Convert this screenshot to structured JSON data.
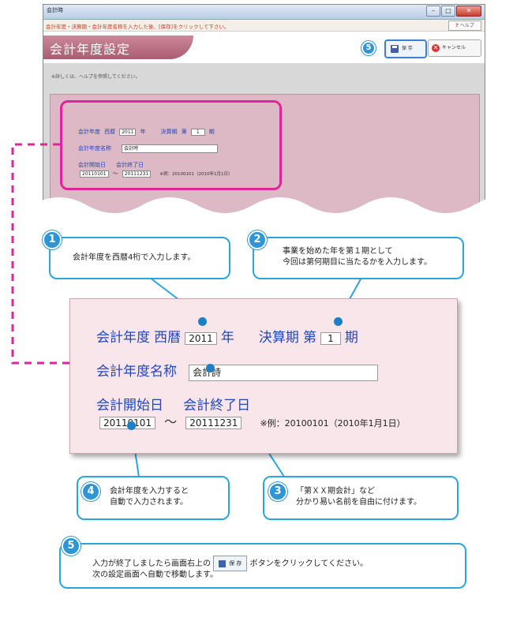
{
  "window": {
    "title": "会計時",
    "controls": {
      "min": "–",
      "max": "□",
      "close": "✕"
    },
    "instruction": "会計年度・決算期・会計年度名称を入力した後、[保存]をクリックして下さい。",
    "help_label": "ヘルプ",
    "help_mark": "?",
    "screen_title": "会計年度設定",
    "save_label": "保 存",
    "cancel_label": "キャンセル",
    "note": "※詳しくは、ヘルプを参照してください。",
    "badge5": "5"
  },
  "small_form": {
    "fiscal_year_label": "会計年度",
    "era_label": "西暦",
    "year_value": "2011",
    "year_unit": "年",
    "period_label": "決算期",
    "period_prefix": "第",
    "period_value": "1",
    "period_suffix": "期",
    "name_label": "会計年度名称",
    "name_value": "会計時",
    "start_label": "会計開始日",
    "end_label": "会計終了日",
    "start_value": "20110101",
    "tilde": "～",
    "end_value": "20111231",
    "example": "※例：20100101（2010年1月1日）"
  },
  "big_form": {
    "fiscal_year_label": "会計年度",
    "era_label": "西暦",
    "year_value": "2011",
    "year_unit": "年",
    "period_label": "決算期",
    "period_prefix": "第",
    "period_value": "1",
    "period_suffix": "期",
    "name_label": "会計年度名称",
    "name_value": "会計詩",
    "start_label": "会計開始日",
    "end_label": "会計終了日",
    "start_value": "20110101",
    "tilde": "～",
    "end_value": "20111231",
    "example": "※例：20100101（2010年1月1日）"
  },
  "callouts": {
    "c1": {
      "num": "1",
      "text": "会計年度を西暦4桁で入力します。"
    },
    "c2": {
      "num": "2",
      "line1": "事業を始めた年を第１期として",
      "line2": "今回は第何期目に当たるかを入力します。"
    },
    "c3": {
      "num": "3",
      "line1": "「第ＸＸ期会計」など",
      "line2": "分かり易い名前を自由に付けます。"
    },
    "c4": {
      "num": "4",
      "line1": "会計年度を入力すると",
      "line2": "自動で入力されます。"
    },
    "c5": {
      "num": "5",
      "before": "入力が終了しましたら画面右上の",
      "button": "保 存",
      "after": "ボタンをクリックしてください。",
      "line2": "次の設定画面へ自動で移動します。"
    }
  },
  "colors": {
    "accent_blue": "#2aa6de",
    "highlight_pink": "#e4239a",
    "form_text": "#2146c4",
    "pink_bg": "#ddb9c5"
  }
}
